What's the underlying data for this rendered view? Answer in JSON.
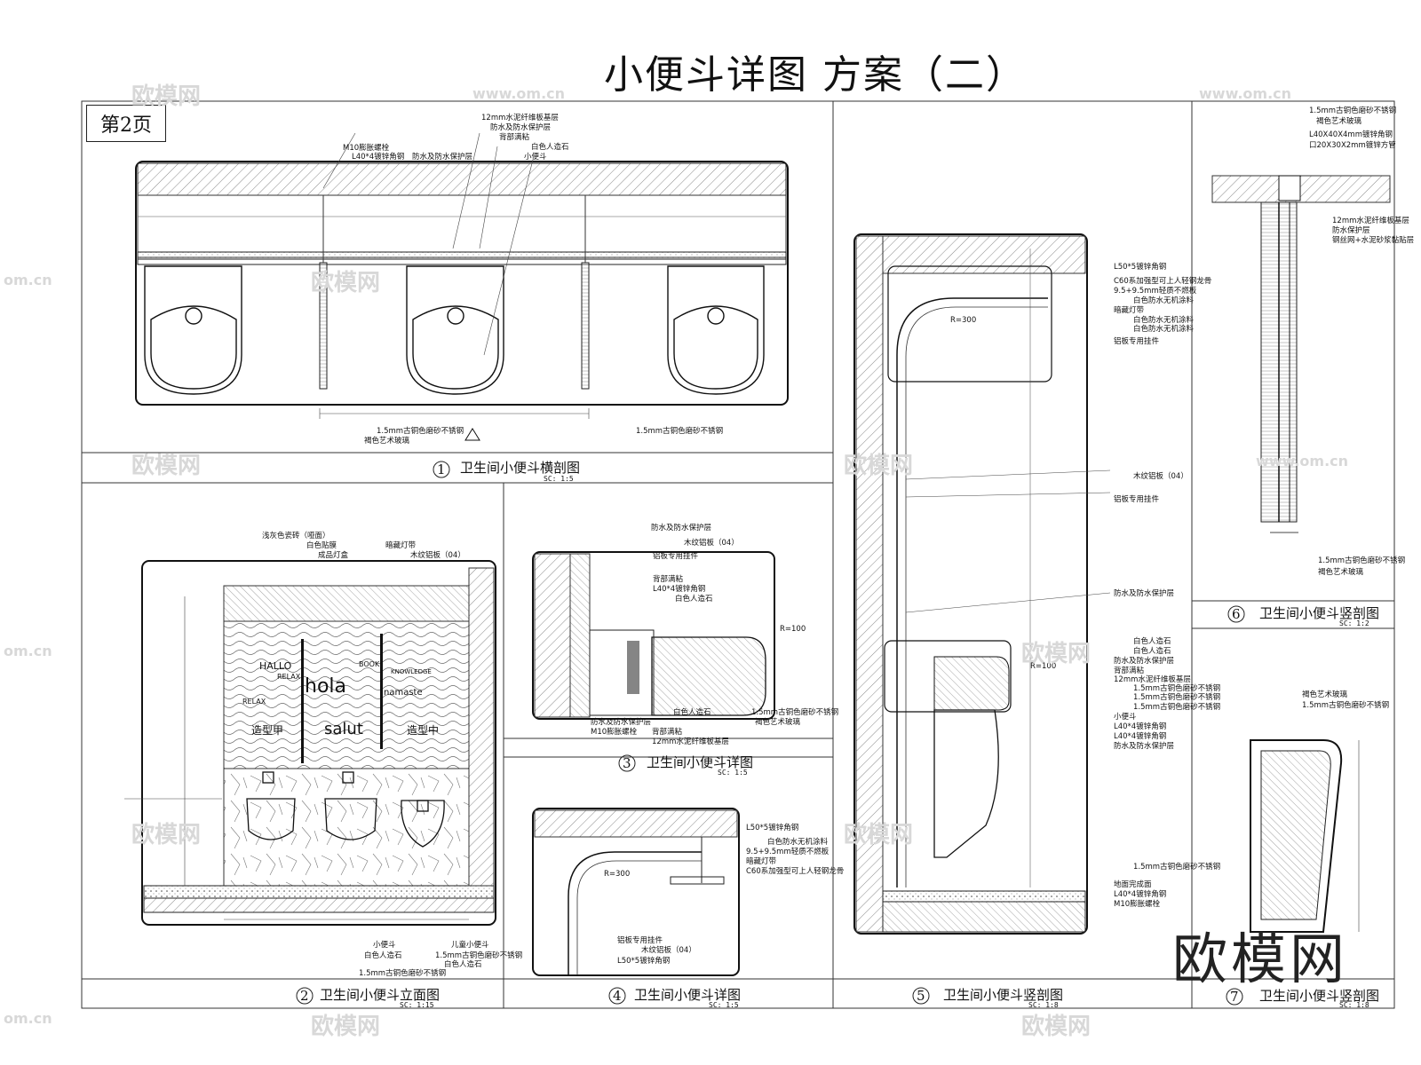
{
  "title": "小便斗详图 方案（二）",
  "page_label": "第2页",
  "brand_logo": "欧模网",
  "watermark": {
    "cn": "欧模网",
    "url": "www.om.cn",
    "short": "om.cn"
  },
  "panels": [
    {
      "num": "1",
      "caption": "卫生间小便斗横剖图",
      "scale": "SC:    1:5"
    },
    {
      "num": "2",
      "caption": "卫生间小便斗立面图",
      "scale": "SC:    1:15"
    },
    {
      "num": "3",
      "caption": "卫生间小便斗详图",
      "scale": "SC:    1:5"
    },
    {
      "num": "4",
      "caption": "卫生间小便斗详图",
      "scale": "SC:    1:5"
    },
    {
      "num": "5",
      "caption": "卫生间小便斗竖剖图",
      "scale": "SC:    1:8"
    },
    {
      "num": "6",
      "caption": "卫生间小便斗竖剖图",
      "scale": "SC:    1:2"
    },
    {
      "num": "7",
      "caption": "卫生间小便斗竖剖图",
      "scale": "SC:    1:8"
    }
  ],
  "annotations": {
    "p1": [
      "12mm水泥纤维板基层",
      "防水及防水保护层",
      "背部满粘",
      "白色人造石",
      "小便斗",
      "M10膨胀螺栓",
      "L40*4镀锌角钢",
      "防水及防水保护层",
      "1.5mm古铜色磨砂不锈钢",
      "褐色艺术玻璃",
      "1.5mm古铜色磨砂不锈钢"
    ],
    "p2": [
      "浅灰色瓷砖（哑面）",
      "白色贴膜",
      "成品灯盒",
      "暗藏灯带",
      "木纹铝板（04）",
      "小便斗",
      "白色人造石",
      "1.5mm古铜色磨砂不锈钢",
      "1.5mm古铜色磨砂不锈钢",
      "儿童小便斗",
      "白色人造石"
    ],
    "p2_wall_text": [
      "HALLO",
      "RELAX",
      "hola",
      "namaste",
      "salut",
      "BOOK",
      "RELAX",
      "KNOWLEDGE",
      "造型甲",
      "造型中"
    ],
    "p3": [
      "防水及防水保护层",
      "木纹铝板（04）",
      "铝板专用挂件",
      "背部满粘",
      "L40*4镀锌角钢",
      "白色人造石",
      "R=100",
      "白色人造石",
      "1.5mm古铜色磨砂不锈钢",
      "防水及防水保护层",
      "褐色艺术玻璃",
      "M10膨胀螺栓",
      "背部满粘",
      "12mm水泥纤维板基层"
    ],
    "p4": [
      "L50*5镀锌角钢",
      "白色防水无机涂料",
      "9.5+9.5mm轻质不燃板",
      "暗藏灯带",
      "C60系加强型可上人轻钢龙骨",
      "R=300",
      "铝板专用挂件",
      "木纹铝板（04）",
      "L50*5镀锌角钢"
    ],
    "p5": [
      "L50*5镀锌角钢",
      "C60系加强型可上人轻钢龙骨",
      "9.5+9.5mm轻质不燃板",
      "白色防水无机涂料",
      "暗藏灯带",
      "白色防水无机涂料",
      "白色防水无机涂料",
      "R=300",
      "铝板专用挂件",
      "木纹铝板（04）",
      "铝板专用挂件",
      "防水及防水保护层",
      "白色人造石",
      "白色人造石",
      "防水及防水保护层",
      "背部满粘",
      "12mm水泥纤维板基层",
      "1.5mm古铜色磨砂不锈钢",
      "1.5mm古铜色磨砂不锈钢",
      "1.5mm古铜色磨砂不锈钢",
      "小便斗",
      "L40*4镀锌角钢",
      "L40*4镀锌角钢",
      "防水及防水保护层",
      "R=100",
      "1.5mm古铜色磨砂不锈钢",
      "地面完成面",
      "L40*4镀锌角钢",
      "M10膨胀螺栓"
    ],
    "p6": [
      "1.5mm古铜色磨砂不锈钢",
      "褐色艺术玻璃",
      "L40X40X4mm镀锌角钢",
      "口20X30X2mm镀锌方管",
      "12mm水泥纤维板基层",
      "防水保护层",
      "钢丝网+水泥砂浆黏贴层",
      "1.5mm古铜色磨砂不锈钢",
      "褐色艺术玻璃"
    ],
    "p7": [
      "褐色艺术玻璃",
      "1.5mm古铜色磨砂不锈钢"
    ]
  }
}
